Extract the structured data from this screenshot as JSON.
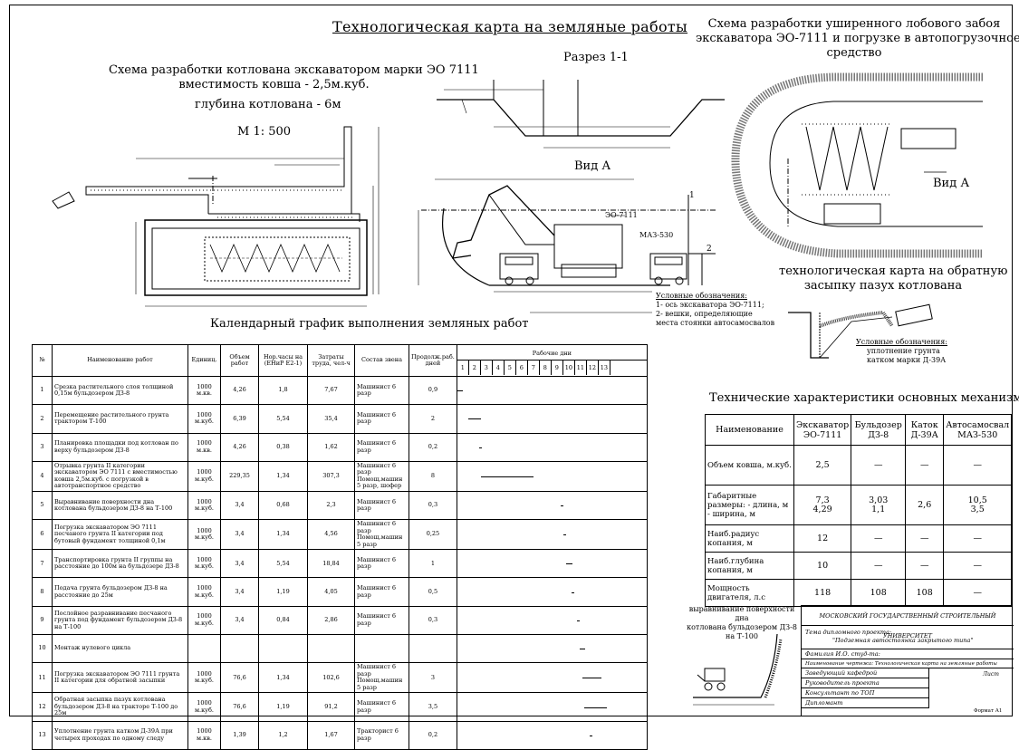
{
  "sheet": {
    "title": "Технологическая карта на земляные работы",
    "scheme_pit": {
      "line1": "Схема разработки котлована экскаватором марки ЭО 7111",
      "line2": "вместимость ковша - 2,5м.куб.",
      "line3": "глубина котлована - 6м",
      "scale": "М 1: 500"
    },
    "section_label": "Разрез 1-1",
    "view_a": "Вид А",
    "view_a_right": "Вид А",
    "excavator_tag": "ЭО-7111",
    "truck_tag": "МАЗ-530",
    "mark_1": "1",
    "mark_2": "2",
    "scheme_face": {
      "line1": "Схема разработки уширенного лобового забоя",
      "line2": "экскаватора ЭО-7111 и погрузке в автопогрузочное",
      "line3": "средство"
    },
    "backfill_title": {
      "line1": "технологическая карта на обратную",
      "line2": "засыпку пазух котлована"
    },
    "legend_left": {
      "head": "Условные обозначения:",
      "l1": "1- ось экскаватора ЭО-7111;",
      "l2": "2- вешки, определяющие",
      "l3": "места стоянки автосамосвалов"
    },
    "legend_right": {
      "head": "Условные обозначения:",
      "l1": "уплотнение грунта",
      "l2": "катком марки Д-39А"
    },
    "calendar_title": "Календарный график выполнения земляных работ",
    "tech_title": "Технические характеристики основных механизмов",
    "leveling_caption": {
      "l1": "выравнивание поверхности дна",
      "l2": "котлована бульдозером ДЗ-8",
      "l3": "на Т-100"
    }
  },
  "schedule": {
    "headers": [
      "№",
      "Наименование работ",
      "Единиц.",
      "Объем работ",
      "Нор.часы на (ЕНиР Е2-1)",
      "Затраты труда, чел-ч",
      "Состав звена",
      "Продолж.раб. дней",
      "Рабочие дни"
    ],
    "days": [
      "1",
      "2",
      "3",
      "4",
      "5",
      "6",
      "7",
      "8",
      "9",
      "10",
      "11",
      "12",
      "13"
    ],
    "rows": [
      {
        "n": "1",
        "name": "Срезка растительного слоя толщиной 0,15м бульдозером ДЗ-8",
        "unit": "1000 м.кв.",
        "vol": "4,26",
        "norm": "1,8",
        "labor": "7,67",
        "crew": "Машинист 6 разр",
        "dur": "0,9"
      },
      {
        "n": "2",
        "name": "Перемещение растительного грунта трактором Т-100",
        "unit": "1000 м.куб.",
        "vol": "6,39",
        "norm": "5,54",
        "labor": "35,4",
        "crew": "Машинист 6 разр",
        "dur": "2"
      },
      {
        "n": "3",
        "name": "Планировка площадки под котлован по верху бульдозером ДЗ-8",
        "unit": "1000 м.кв.",
        "vol": "4,26",
        "norm": "0,38",
        "labor": "1,62",
        "crew": "Машинист 6 разр",
        "dur": "0,2"
      },
      {
        "n": "4",
        "name": "Отрывка грунта II категории экскаватором ЭО 7111 с вместимостью ковша 2,5м.куб. с погрузкой в автотранспортное средство",
        "unit": "1000 м.куб.",
        "vol": "229,35",
        "norm": "1,34",
        "labor": "307,3",
        "crew": "Машинист 6 разр Помощ.машин 5 разр, шофер",
        "dur": "8"
      },
      {
        "n": "5",
        "name": "Выравнивание поверхности дна котлована бульдозером ДЗ-8 на Т-100",
        "unit": "1000 м.куб.",
        "vol": "3,4",
        "norm": "0,68",
        "labor": "2,3",
        "crew": "Машинист 6 разр",
        "dur": "0,3"
      },
      {
        "n": "6",
        "name": "Погрузка экскаватором ЭО 7111 песчаного грунта II категории под бутовый фундамент толщиной 0,1м",
        "unit": "1000 м.куб.",
        "vol": "3,4",
        "norm": "1,34",
        "labor": "4,56",
        "crew": "Машинист 6 разр Помощ.машин 5 разр",
        "dur": "0,25"
      },
      {
        "n": "7",
        "name": "Транспортировка грунта II группы на расстояние до 100м на бульдозере ДЗ-8",
        "unit": "1000 м.куб.",
        "vol": "3,4",
        "norm": "5,54",
        "labor": "18,84",
        "crew": "Машинист 6 разр",
        "dur": "1"
      },
      {
        "n": "8",
        "name": "Подача грунта бульдозером ДЗ-8 на расстояние до 25м",
        "unit": "1000 м.куб.",
        "vol": "3,4",
        "norm": "1,19",
        "labor": "4,05",
        "crew": "Машинист 6 разр",
        "dur": "0,5"
      },
      {
        "n": "9",
        "name": "Послойное разравнивание песчаного грунта под фундамент бульдозером ДЗ-8 на Т-100",
        "unit": "1000 м.куб.",
        "vol": "3,4",
        "norm": "0,84",
        "labor": "2,86",
        "crew": "Машинист 6 разр",
        "dur": "0,3"
      },
      {
        "n": "10",
        "name": "Монтаж нулевого цикла",
        "unit": "",
        "vol": "",
        "norm": "",
        "labor": "",
        "crew": "",
        "dur": ""
      },
      {
        "n": "11",
        "name": "Погрузка экскаватором ЭО 7111 грунта II категории для обратной засыпки",
        "unit": "1000 м.куб.",
        "vol": "76,6",
        "norm": "1,34",
        "labor": "102,6",
        "crew": "Машинист 6 разр Помощ.машин 5 разр",
        "dur": "3"
      },
      {
        "n": "12",
        "name": "Обратная засыпка пазух котлована бульдозером ДЗ-8 на тракторе Т-100 до 25м",
        "unit": "1000 м.куб.",
        "vol": "76,6",
        "norm": "1,19",
        "labor": "91,2",
        "crew": "Машинист 6 разр",
        "dur": "3,5"
      },
      {
        "n": "13",
        "name": "Уплотнение грунта катком Д-39А при четырех проходах по одному следу",
        "unit": "1000 м.кв.",
        "vol": "1,39",
        "norm": "1,2",
        "labor": "1,67",
        "crew": "Тракторист 6 разр",
        "dur": "0,2"
      }
    ]
  },
  "tech": {
    "header_name": "Наименование",
    "cols": [
      {
        "name": "Экскаватор",
        "model": "ЭО-7111"
      },
      {
        "name": "Бульдозер",
        "model": "ДЗ-8"
      },
      {
        "name": "Каток",
        "model": "Д-39А"
      },
      {
        "name": "Автосамосвал",
        "model": "МАЗ-530"
      }
    ],
    "rows": [
      {
        "label": "Объем ковша, м.куб.",
        "v": [
          "2,5",
          "—",
          "—",
          "—"
        ]
      },
      {
        "label": "Габаритные размеры: - длина, м - ширина, м",
        "v": [
          "7,3\n4,29",
          "3,03\n1,1",
          "2,6",
          "10,5\n3,5"
        ]
      },
      {
        "label": "Наиб.радиус копания, м",
        "v": [
          "12",
          "—",
          "—",
          "—"
        ]
      },
      {
        "label": "Наиб.глубина копания, м",
        "v": [
          "10",
          "—",
          "—",
          "—"
        ]
      },
      {
        "label": "Мощность двигателя, л.с",
        "v": [
          "118",
          "108",
          "108",
          "—"
        ]
      }
    ]
  },
  "stamp": {
    "university": "МОСКОВСКИЙ ГОСУДАРСТВЕННЫЙ СТРОИТЕЛЬНЫЙ УНИВЕРСИТЕТ",
    "theme_label": "Тема дипломного проекта:",
    "theme": "\"Подземная автостоянка закрытого типа\"",
    "student": "Фамилия И.О. студ-та:",
    "sheet_name": "Наименование чертежа: Технологическая карта на земляные работы",
    "head_dept": "Заведующий кафедрой",
    "supervisor": "Руководитель проекта",
    "consultant": "Консультант по ТОП",
    "graduate": "Дипломант",
    "sheet_no": "Лист",
    "format": "Формат А1"
  }
}
